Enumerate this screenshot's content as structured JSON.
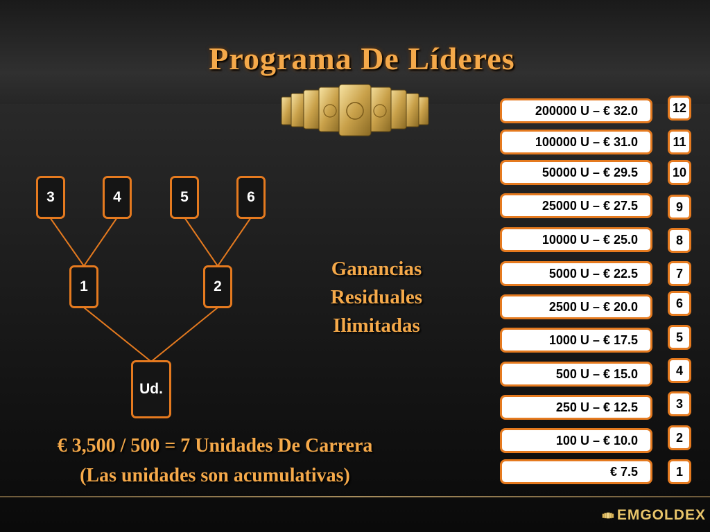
{
  "slide": {
    "title": "Programa De Líderes",
    "headline_lines": [
      "Ganancias",
      "Residuales",
      "Ilimitadas"
    ],
    "formula_line1": "€ 3,500  / 500 = 7 Unidades De Carrera",
    "formula_line2": "(Las unidades son acumulativas)",
    "logo_text": "EMGOLDEX"
  },
  "tree": {
    "nodes": [
      {
        "id": "you",
        "label": "Ud."
      },
      {
        "id": "n1",
        "label": "1"
      },
      {
        "id": "n2",
        "label": "2"
      },
      {
        "id": "n3",
        "label": "3"
      },
      {
        "id": "n4",
        "label": "4"
      },
      {
        "id": "n5",
        "label": "5"
      },
      {
        "id": "n6",
        "label": "6"
      }
    ]
  },
  "levels": [
    {
      "rank": "12",
      "label": "200000 U – € 32.0"
    },
    {
      "rank": "11",
      "label": "100000 U – € 31.0"
    },
    {
      "rank": "10",
      "label": "50000 U – € 29.5"
    },
    {
      "rank": "9",
      "label": "25000 U – € 27.5"
    },
    {
      "rank": "8",
      "label": "10000 U – € 25.0"
    },
    {
      "rank": "7",
      "label": "5000 U – € 22.5"
    },
    {
      "rank": "6",
      "label": "2500 U – € 20.0"
    },
    {
      "rank": "5",
      "label": "1000 U – € 17.5"
    },
    {
      "rank": "4",
      "label": "500 U – € 15.0"
    },
    {
      "rank": "3",
      "label": "250 U – € 12.5"
    },
    {
      "rank": "2",
      "label": "100 U – € 10.0"
    },
    {
      "rank": "1",
      "label": "€ 7.5"
    }
  ],
  "colors": {
    "accent": "#e57a1f",
    "title_gold": "#f5a94a",
    "gold_bar": "#d9b45a"
  },
  "icons": {
    "gold_bars": "gold-bars-icon",
    "logo": "emgoldex-logo-icon"
  }
}
